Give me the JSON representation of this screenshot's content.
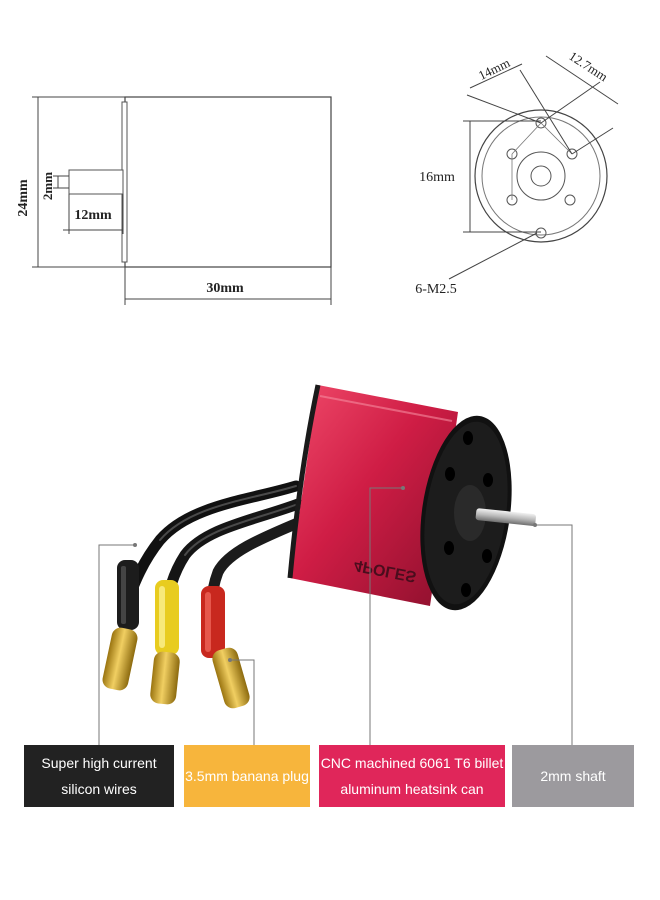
{
  "drawing": {
    "dims": {
      "height": "24mm",
      "shaft_diameter": "2mm",
      "shaft_length": "12mm",
      "length": "30mm",
      "hole_spacing_a": "14mm",
      "hole_spacing_b": "12.7mm",
      "hole_spacing_c": "16mm",
      "holes": "6-M2.5"
    }
  },
  "motor": {
    "label_text": "4POLES"
  },
  "captions": [
    {
      "lines": [
        "Super high current",
        "silicon wires"
      ]
    },
    {
      "lines": [
        "3.5mm banana plug"
      ]
    },
    {
      "lines": [
        "CNC machined 6061 T6 billet",
        "aluminum heatsink can"
      ]
    },
    {
      "lines": [
        "2mm shaft"
      ]
    }
  ],
  "colors": {
    "can_red": "#d0224a",
    "wire_caption_bg": "#222222",
    "plug_caption_bg": "#f7b53c",
    "can_caption_bg": "#e0265a",
    "shaft_caption_bg": "#9c9a9e"
  }
}
